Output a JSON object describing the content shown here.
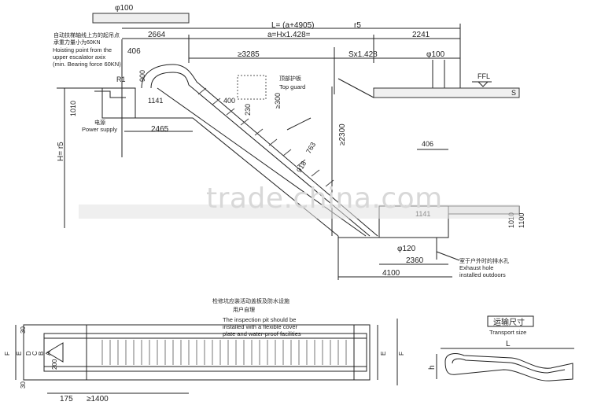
{
  "side_view": {
    "top_dia": "φ100",
    "total_length": "L= (a+4905)",
    "total_length_sym": "r5",
    "top_left": "2664",
    "a_formula": "a=Hx1.428=",
    "top_right": "2241",
    "hoist_cn": "自动扶梯轴线上方的起吊点",
    "hoist_cn2": "承重力量小为60KN",
    "hoist_en1": "Hoisting point from the",
    "hoist_en2": "upper escalator axix",
    "hoist_en3": "(min. Bearing force 60KN)",
    "d406_top": "406",
    "d3285": "≥3285",
    "sx": "Sx1.428",
    "d_dia100_right": "φ100",
    "ffl": "FFL",
    "s_right": "S",
    "r1": "R1",
    "d900": "900",
    "top_guard_cn": "顶部护板",
    "top_guard_en": "Top guard",
    "d300": "≥300",
    "d400": "400",
    "d230": "230",
    "d1010_left": "1010",
    "d1141": "1141",
    "power_cn": "电源",
    "power_en": "Power supply",
    "d2465": "2465",
    "h_label": "H= r5",
    "d2300": "≥2300",
    "d763": "763",
    "d918": "918",
    "d406_bottom": "406",
    "d1141_bottom": "1141",
    "d1010_right": "1010",
    "d1100": "1100",
    "d120": "φ120",
    "d2360": "2360",
    "d4100": "4100",
    "exhaust_cn": "室于户外时的排水孔",
    "exhaust_en1": "Exhaust hole",
    "exhaust_en2": "installed outdoors"
  },
  "plan_view": {
    "pit_cn1": "检修坑应装活动盖板及防水设施",
    "pit_cn2": "用户自理",
    "pit_en1": "The inspection pit should be",
    "pit_en2": "installed with a flexible cover",
    "pit_en3": "plate and water-proof facilities",
    "d30_top": "30",
    "d30_bottom": "30",
    "letters_left": [
      "F",
      "E",
      "D",
      "C",
      "B",
      "A"
    ],
    "d200": "200",
    "letters_right": [
      "E",
      "F"
    ],
    "d175": "175",
    "d1400": "≥1400"
  },
  "transport": {
    "title_cn": "运输尺寸",
    "title_en": "Transport size",
    "L": "L",
    "h": "h"
  },
  "watermark": "trade.china.com"
}
